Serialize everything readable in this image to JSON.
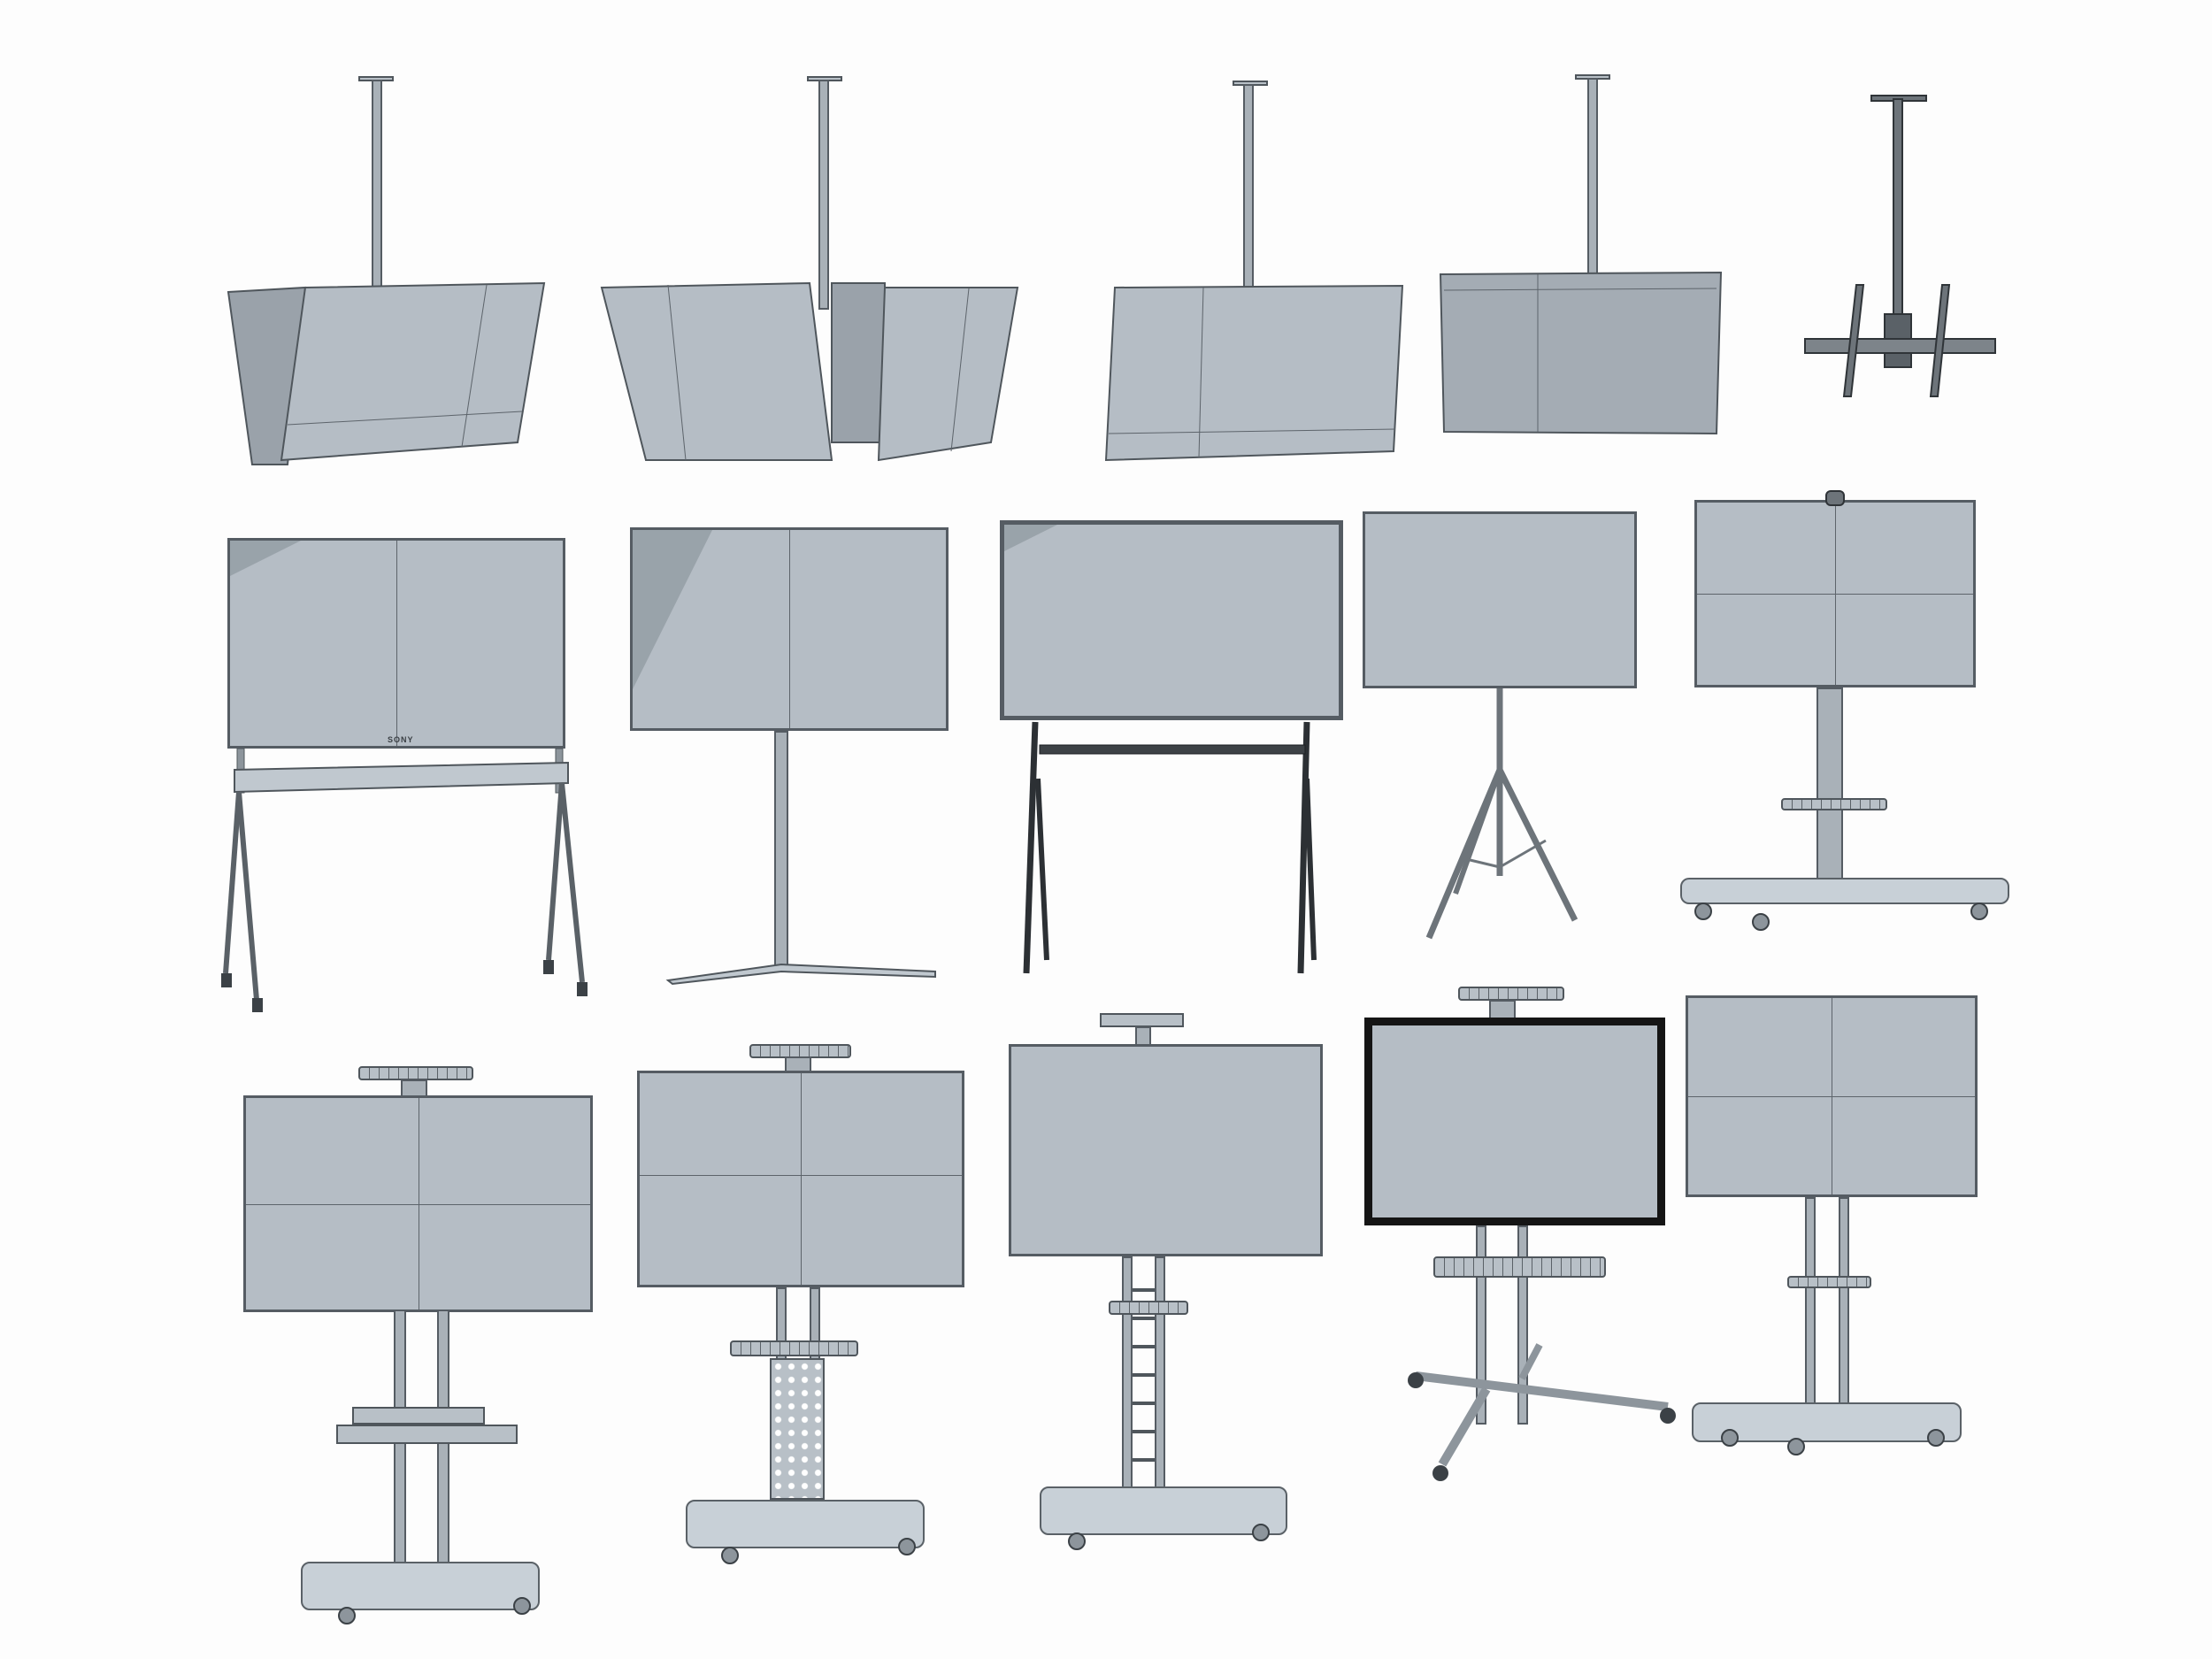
{
  "sheet": {
    "background": "#fdfdfd",
    "screen_color": "#b5bdc5",
    "frame_color": "#555c63",
    "layout": "3 rows x 5 columns product render grid"
  },
  "rows": [
    {
      "name": "ceiling-mounts",
      "items": [
        {
          "id": 1,
          "type": "ceiling mount, dual back-to-back angled screens"
        },
        {
          "id": 2,
          "type": "ceiling mount, dual angled screens with center bracket"
        },
        {
          "id": 3,
          "type": "ceiling mount, single tilted screen"
        },
        {
          "id": 4,
          "type": "ceiling mount, single screen rear view"
        },
        {
          "id": 5,
          "type": "ceiling mount bracket without screen"
        }
      ]
    },
    {
      "name": "floor-stands",
      "items": [
        {
          "id": 6,
          "type": "rolling A-frame stand with shelf",
          "brand_mark": "SONY"
        },
        {
          "id": 7,
          "type": "single pole stand with T-foot"
        },
        {
          "id": 8,
          "type": "easel stand, dark legs"
        },
        {
          "id": 9,
          "type": "tripod stand"
        },
        {
          "id": 10,
          "type": "column cart with camera and shelf"
        }
      ]
    },
    {
      "name": "mobile-carts",
      "items": [
        {
          "id": 11,
          "type": "mobile cart with top tray and cable shelf"
        },
        {
          "id": 12,
          "type": "mobile cart with perforated column and shelf"
        },
        {
          "id": 13,
          "type": "mobile cart with ladder column and top bracket"
        },
        {
          "id": 14,
          "type": "mobile cart with 4-leg caster base, black bezel"
        },
        {
          "id": 15,
          "type": "mobile cart with dual poles and small shelf"
        }
      ]
    }
  ]
}
